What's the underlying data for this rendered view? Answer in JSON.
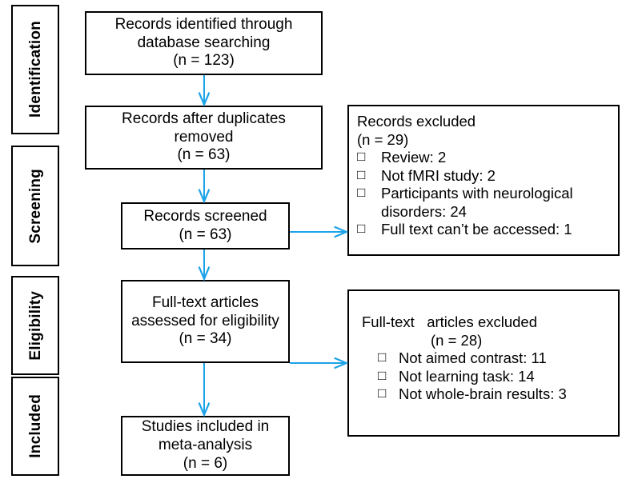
{
  "diagram": {
    "title": "PRISMA flow diagram",
    "arrow_color": "#1CA3E8",
    "border_color": "#000000",
    "background": "#ffffff"
  },
  "stages": [
    {
      "name": "identification",
      "label": "Identification"
    },
    {
      "name": "screening",
      "label": "Screening"
    },
    {
      "name": "eligibility",
      "label": "Eligibility"
    },
    {
      "name": "included",
      "label": "Included"
    }
  ],
  "flow": [
    {
      "name": "records-identified",
      "line1": "Records identified through",
      "line2": "database searching",
      "line3": "(n = 123)"
    },
    {
      "name": "records-after-duplicates",
      "line1": "Records after duplicates",
      "line2": "removed",
      "line3": "(n = 63)"
    },
    {
      "name": "records-screened",
      "line1": "Records screened",
      "line2": "(n = 63)",
      "line3": ""
    },
    {
      "name": "fulltext-assessed",
      "line1": "Full-text articles",
      "line2": "assessed for eligibility",
      "line3": "(n = 34)"
    },
    {
      "name": "studies-included",
      "line1": "Studies included in",
      "line2": "meta-analysis",
      "line3": "(n = 6)"
    }
  ],
  "exclusions": [
    {
      "name": "records-excluded",
      "head1": "Records excluded",
      "head2": "(n = 29)",
      "bullet": "□",
      "items": [
        "Review: 2",
        "Not fMRI study: 2",
        "Participants with neurological disorders: 24",
        "Full text can’t be accessed: 1"
      ]
    },
    {
      "name": "fulltext-excluded",
      "head1": "Full-text   articles excluded",
      "head2": "(n = 28)",
      "bullet": "□",
      "items": [
        "Not aimed contrast: 11",
        "Not learning task: 14",
        "Not whole-brain results: 3"
      ]
    }
  ]
}
